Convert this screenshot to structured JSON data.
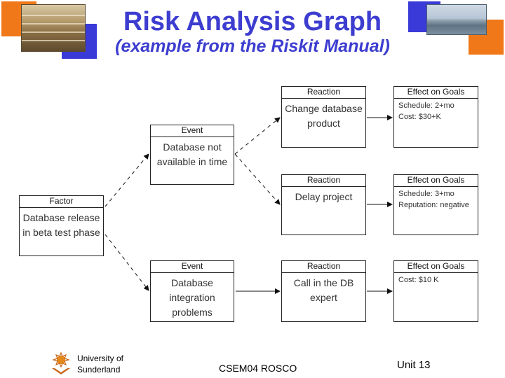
{
  "header": {
    "title": "Risk Analysis Graph",
    "subtitle": "(example from the Riskit Manual)"
  },
  "colors": {
    "title_blue": "#3d3dd0",
    "accent_orange": "#f07818",
    "accent_blue": "#3a3ad8"
  },
  "diagram": {
    "factor": {
      "header": "Factor",
      "text": [
        "Database release",
        "in beta test phase"
      ]
    },
    "event1": {
      "header": "Event",
      "text": [
        "Database not",
        "available in time"
      ]
    },
    "event2": {
      "header": "Event",
      "text": [
        "Database",
        "integration",
        "problems"
      ]
    },
    "reaction1": {
      "header": "Reaction",
      "text": [
        "Change database",
        "product"
      ]
    },
    "reaction2": {
      "header": "Reaction",
      "text": [
        "Delay project"
      ]
    },
    "reaction3": {
      "header": "Reaction",
      "text": [
        "Call in the DB",
        "expert"
      ]
    },
    "effect1": {
      "header": "Effect on Goals",
      "text": [
        "Schedule: 2+mo",
        "Cost: $30+K"
      ]
    },
    "effect2": {
      "header": "Effect on Goals",
      "text": [
        "Schedule: 3+mo",
        "Reputation: negative"
      ]
    },
    "effect3": {
      "header": "Effect on Goals",
      "text": [
        "Cost: $10 K"
      ]
    }
  },
  "footer": {
    "university_line1": "University of",
    "university_line2": "Sunderland",
    "course": "CSEM04 ROSCO",
    "unit": "Unit 13",
    "logo_icon": "university-logo-icon"
  }
}
